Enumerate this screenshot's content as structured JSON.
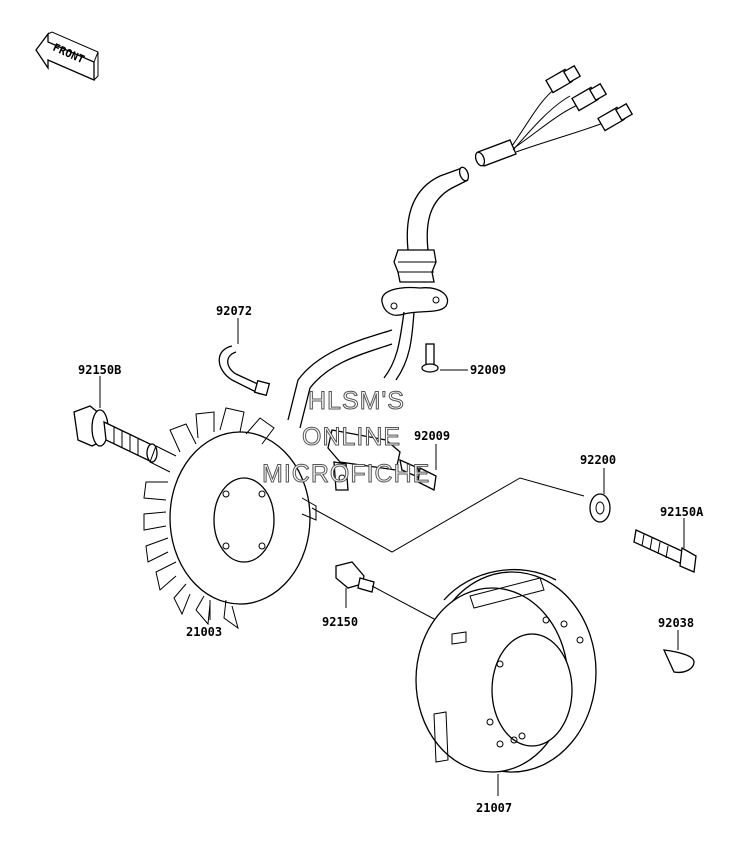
{
  "front_badge": {
    "label": "FRONT"
  },
  "watermark": {
    "line1": "HLSM'S",
    "line2": "ONLINE",
    "line3": "MICROFICHE"
  },
  "parts": {
    "p92072": "92072",
    "p92150B": "92150B",
    "p92009_top": "92009",
    "p92009_mid": "92009",
    "p92200": "92200",
    "p92150A": "92150A",
    "p92038": "92038",
    "p92150": "92150",
    "p21003": "21003",
    "p21007": "21007"
  }
}
